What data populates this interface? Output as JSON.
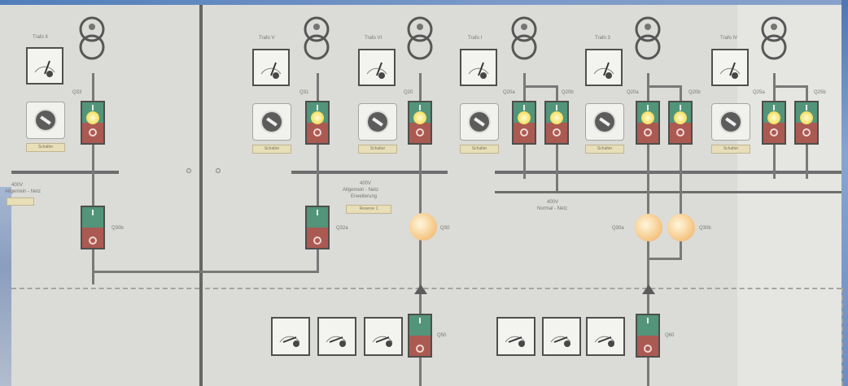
{
  "labels": {
    "trafo_2": "Trafo II",
    "trafo_5": "Trafo V",
    "trafo_6": "Trafo VI",
    "trafo_1": "Trafo I",
    "trafo_3": "Trafo 3",
    "trafo_4": "Trafo IV",
    "q33": "Q33",
    "q31": "Q31",
    "q20": "Q20",
    "q30b_1": "Q30b",
    "q32a": "Q32a",
    "q20a": "Q20a",
    "q20b": "Q20b",
    "q20a2": "Q20a",
    "q20b2": "Q20b",
    "q30a": "Q30a",
    "q30b_2": "Q30b",
    "q30": "Q30",
    "q25a": "Q25a",
    "q25b": "Q25b",
    "q50": "Q50",
    "q60": "Q60",
    "left_bus_1": "400V",
    "left_bus_2": "Allgemein - Netz",
    "middle_bus_1": "400V",
    "middle_bus_2": "Allgemein - Netz",
    "middle_bus_3": "Erweiterung",
    "middle_plate": "Reserve 1",
    "right_bus_1": "400V",
    "right_bus_2": "Normal - Netz",
    "plate_1": "Schalter",
    "plate_2": "Schalter",
    "plate_3": "Schalter",
    "plate_4": "Schalter",
    "plate_5": "Schalter",
    "plate_6": "Schalter"
  }
}
